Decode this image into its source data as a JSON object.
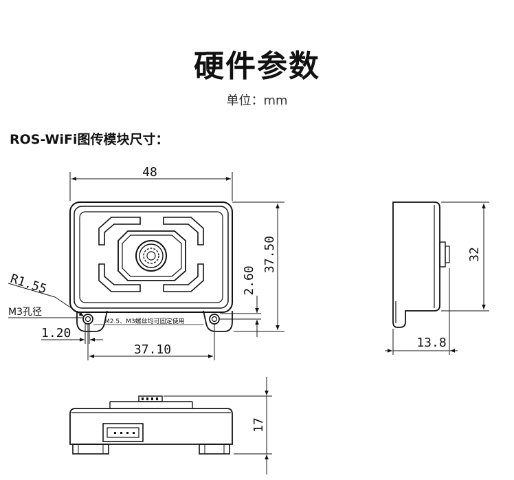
{
  "header": {
    "title": "硬件参数",
    "unit": "单位：mm"
  },
  "section": {
    "title": "ROS-WiFi图传模块尺寸："
  },
  "dimensions": {
    "width_top": "48",
    "height_right": "37.50",
    "hole_offset": "2.60",
    "radius": "R1.55",
    "hole_label": "M3孔径",
    "edge_offset": "1.20",
    "hole_spacing": "37.10",
    "screw_note": "M2.5、M3螺丝均可固定使用",
    "side_height": "32",
    "side_depth": "13.8",
    "bottom_height": "17"
  }
}
